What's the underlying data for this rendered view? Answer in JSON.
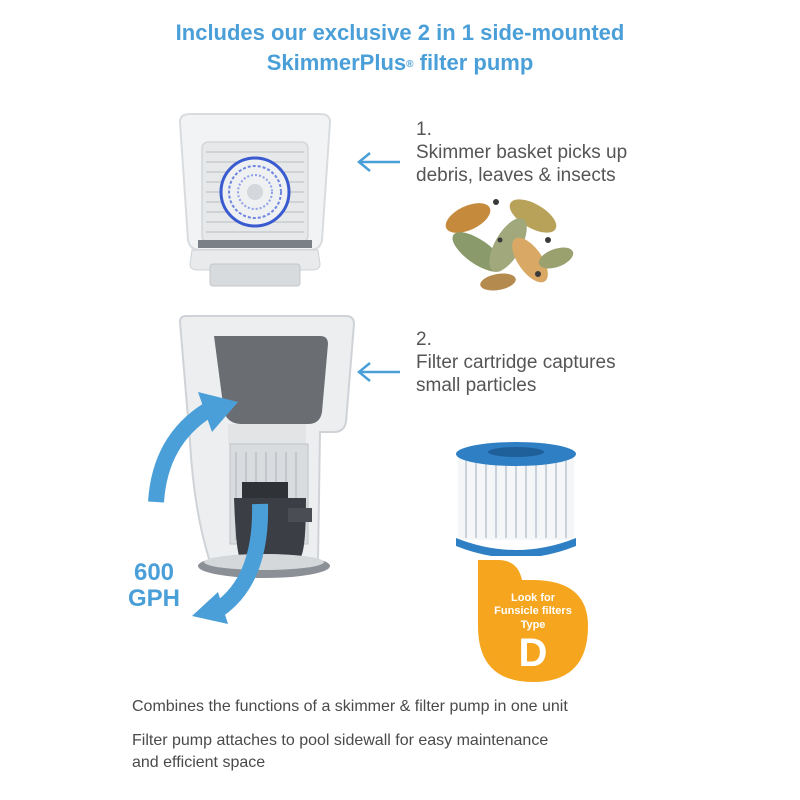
{
  "header": {
    "line1": "Includes our exclusive 2 in 1 side-mounted",
    "line2_brand": "SkimmerPlus",
    "line2_reg": "®",
    "line2_rest": " filter pump"
  },
  "steps": [
    {
      "number": "1.",
      "line1": "Skimmer basket picks up",
      "line2": "debris, leaves & insects"
    },
    {
      "number": "2.",
      "line1": "Filter cartridge captures",
      "line2": "small particles"
    }
  ],
  "flow": {
    "value": "600",
    "unit": "GPH"
  },
  "badge": {
    "line1": "Look for",
    "line2": "Funsicle filters",
    "line3": "Type",
    "letter": "D"
  },
  "footer": {
    "line1": "Combines the functions of a skimmer & filter pump in one unit",
    "line2a": "Filter pump attaches to pool sidewall for easy maintenance",
    "line2b": "and efficient space"
  },
  "colors": {
    "accent": "#4a9fd8",
    "badge": "#f5a61e",
    "text": "#555555",
    "cartridge_cap": "#2f7fc4"
  }
}
